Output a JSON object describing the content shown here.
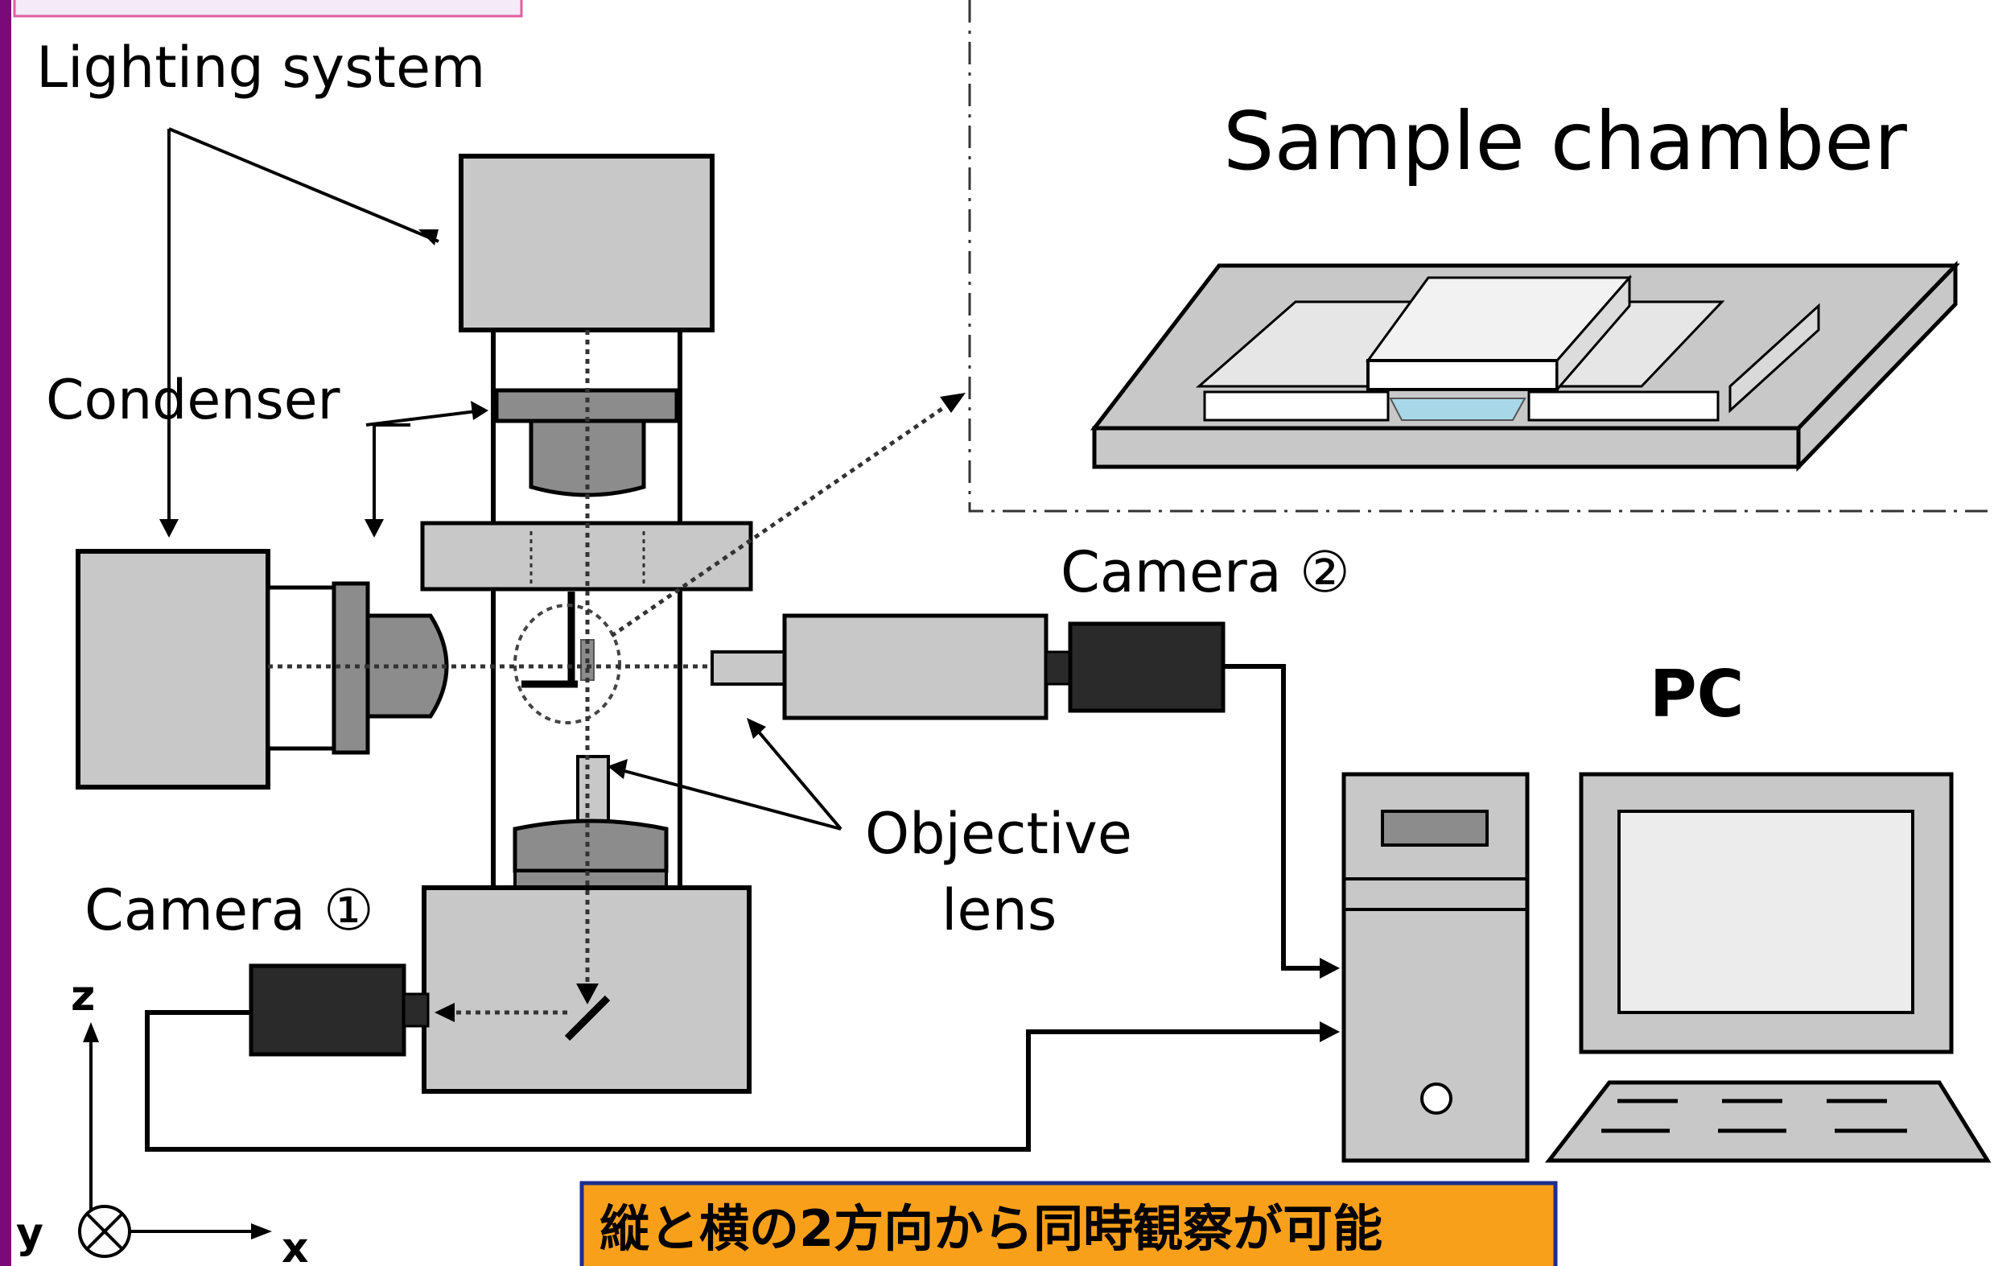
{
  "labels": {
    "lighting_system": "Lighting system",
    "sample_chamber": "Sample chamber",
    "condenser": "Condenser",
    "camera_2": "Camera ②",
    "camera_1": "Camera ①",
    "pc": "PC",
    "objective_line1": "Objective",
    "objective_line2": "lens"
  },
  "axes": {
    "z": "z",
    "y": "y",
    "x": "x"
  },
  "caption": "縦と横の2方向から同時観察が可能",
  "colors": {
    "accent_purple": "#7a0a7a",
    "caption_bg": "#f9a01b",
    "caption_border": "#1d2f8c",
    "title_box_bg": "#f4eaf8",
    "title_box_border": "#e060a0",
    "light_gray": "#c8c8c8",
    "mid_gray": "#8c8c8c",
    "dark": "#2a2a2a",
    "liquid": "#a8d8e8"
  }
}
